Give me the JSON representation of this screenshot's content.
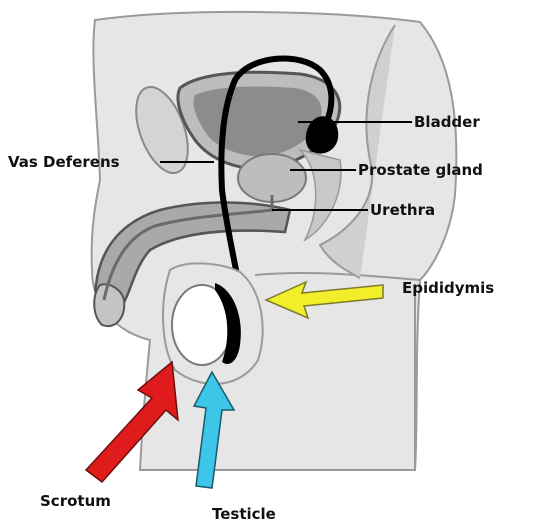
{
  "labels": {
    "bladder": "Bladder",
    "vas_deferens": "Vas Deferens",
    "prostate_gland": "Prostate gland",
    "urethra": "Urethra",
    "epididymis": "Epididymis",
    "scrotum": "Scrotum",
    "testicle": "Testicle"
  },
  "colors": {
    "body_fill": "#e6e6e6",
    "body_outline": "#9a9a9a",
    "bladder_fill": "#8c8c8c",
    "penis_fill": "#a9a9a9",
    "ducts": "#000000",
    "scrotum_arrow": "#e01b1b",
    "testicle_arrow": "#3ec6e8",
    "epididymis_arrow": "#f2ee2a"
  }
}
